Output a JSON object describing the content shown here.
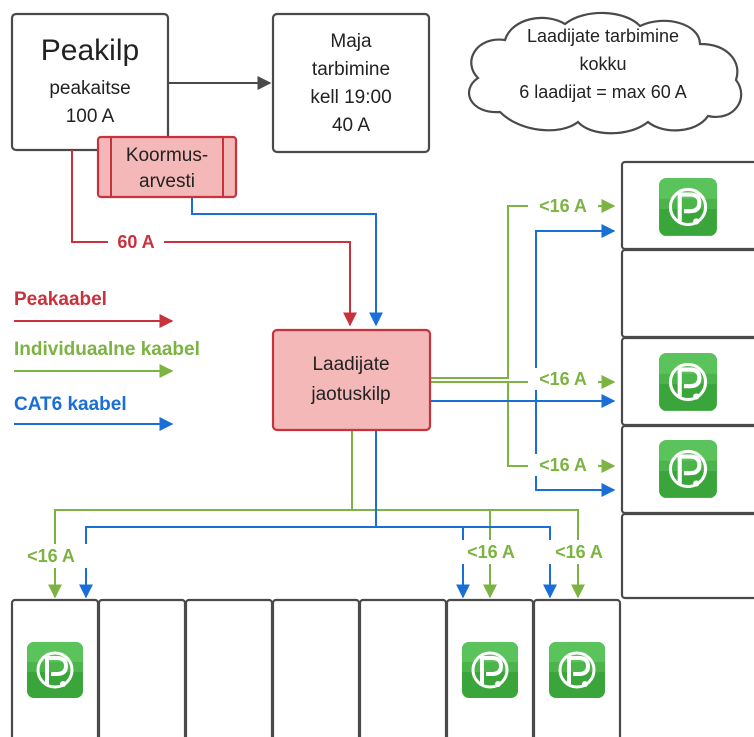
{
  "main_panel": {
    "title": "Peakilp",
    "subtitle": "peakaitse",
    "rating": "100 A"
  },
  "house_box": {
    "line1": "Maja",
    "line2": "tarbimine",
    "line3": "kell 19:00",
    "line4": "40 A"
  },
  "cloud_note": {
    "line1": "Laadijate tarbimine",
    "line2": "kokku",
    "line3": "6 laadijat = max 60 A"
  },
  "load_calc": {
    "line1": "Koormus-",
    "line2": "arvesti"
  },
  "distribution_panel": {
    "line1": "Laadijate",
    "line2": "jaotuskilp"
  },
  "main_cable_amp": "60 A",
  "charger_amp": "<16 A",
  "legend": {
    "main_cable": "Peakaabel",
    "individual_cable": "Individuaalne kaabel",
    "cat6_cable": "CAT6 kaabel"
  },
  "colors": {
    "main_cable": "#c8323c",
    "individual_cable": "#7cb342",
    "cat6_cable": "#1a6fd6",
    "component_fill": "#f4b8b8",
    "charger_icon": "#3aa53a"
  },
  "icons": {
    "charger": "ev-charger-plug-icon"
  }
}
